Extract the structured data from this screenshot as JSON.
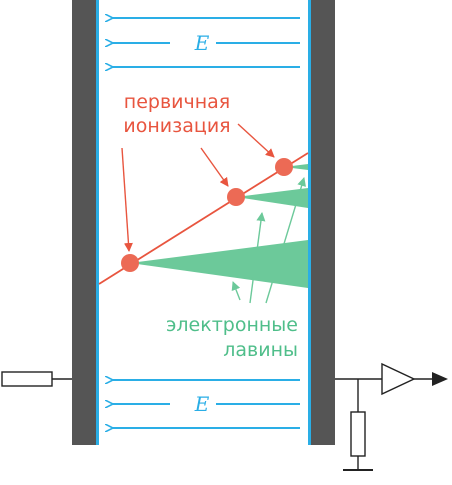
{
  "labels": {
    "field_top": "E",
    "field_bottom": "E",
    "primary_ionization_line1": "первичная",
    "primary_ionization_line2": "ионизация",
    "electron_avalanches_line1": "электронные",
    "electron_avalanches_line2": "лавины"
  },
  "colors": {
    "electrode": "#555555",
    "electrode_surface": "#2aaee6",
    "field_arrow": "#2aaee6",
    "ionization": "#e8553f",
    "ionization_point": "#ec6a55",
    "avalanche": "#6cc99a",
    "avalanche_label": "#4fbe8a",
    "circuit": "#222222"
  },
  "icons": {
    "amplifier": "amplifier-triangle-icon",
    "resistor": "resistor-icon",
    "ground": "ground-icon"
  }
}
